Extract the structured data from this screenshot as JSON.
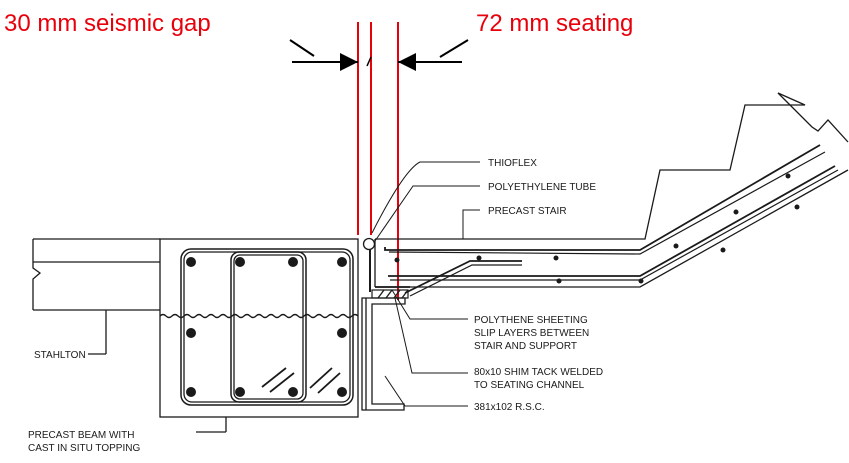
{
  "dimensions": {
    "seismic_gap": "30 mm seismic gap",
    "seating": "72 mm seating"
  },
  "callouts": {
    "thioflex": "THIOFLEX",
    "polyethylene_tube": "POLYETHYLENE TUBE",
    "precast_stair": "PRECAST STAIR",
    "polythene_1": "POLYTHENE SHEETING",
    "polythene_2": "SLIP LAYERS BETWEEN",
    "polythene_3": "STAIR AND SUPPORT",
    "shim_1": "80x10 SHIM TACK WELDED",
    "shim_2": "TO SEATING CHANNEL",
    "rsc": "381x102 R.S.C.",
    "stahlton": "STAHLTON",
    "beam_1": "PRECAST BEAM WITH",
    "beam_2": "CAST IN SITU TOPPING"
  },
  "colors": {
    "annotation": "#e8000b",
    "drawing": "#1a1a1a"
  }
}
